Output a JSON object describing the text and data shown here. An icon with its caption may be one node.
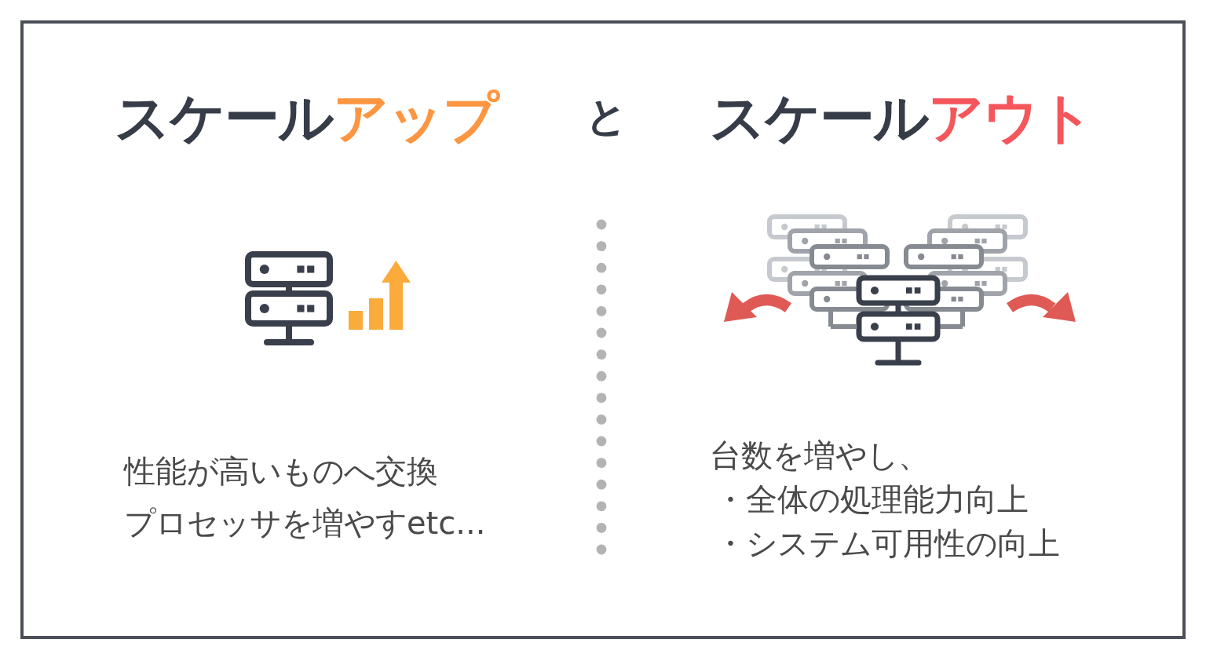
{
  "diagram": {
    "labels": [
      "スケール",
      "アップ",
      "と",
      "スケール",
      "アウト",
      "性能が高いものへ交換",
      "プロセッサを増やすetc...",
      "台数を増やし、",
      "・全体の処理能力向上",
      "・システム可用性の向上"
    ]
  }
}
